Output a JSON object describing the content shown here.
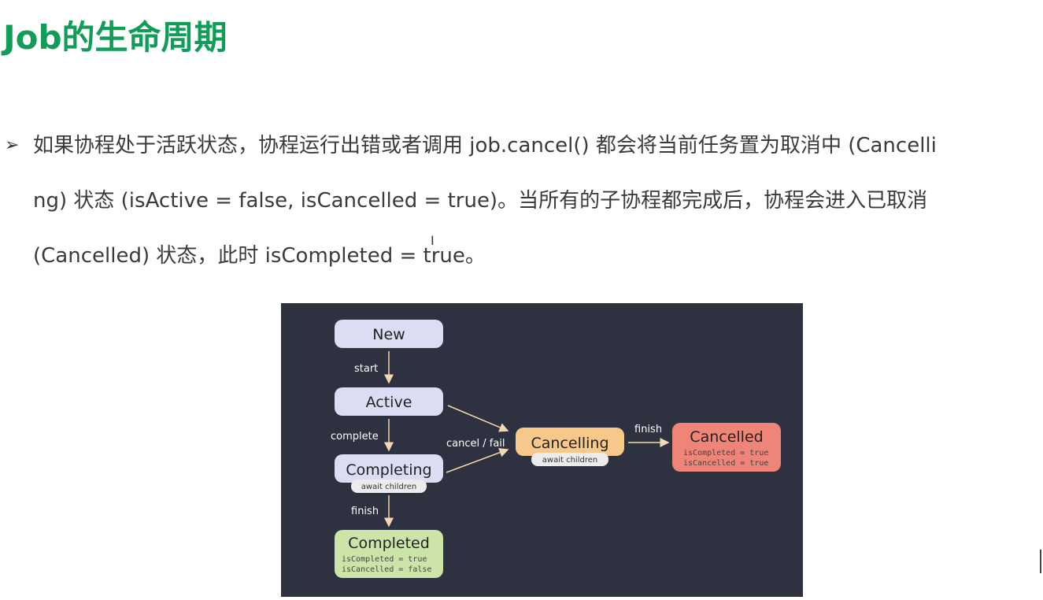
{
  "page": {
    "title": "Job的生命周期",
    "bullet": "➢",
    "paragraph_lines": [
      "如果协程处于活跃状态，协程运行出错或者调用 job.cancel() 都会将当前任务置为取消中 (Cancelli",
      "ng) 状态 (isActive = false, isCancelled = true)。当所有的子协程都完成后，协程会进入已取消",
      "(Cancelled) 状态，此时 isCompleted = true。"
    ]
  },
  "diagram": {
    "colors": {
      "background": "#2e3140",
      "neutral_node": "#dcdcf3",
      "cancelling_node": "#f6c98a",
      "cancelled_node": "#ee8578",
      "completed_node": "#cde4a8",
      "arrow": "#f3d7b0"
    },
    "nodes": {
      "new": "New",
      "active": "Active",
      "completing": "Completing",
      "completing_note": "await children",
      "completed": "Completed",
      "completed_line1": "isCompleted = true",
      "completed_line2": "isCancelled = false",
      "cancelling": "Cancelling",
      "cancelling_note": "await children",
      "cancelled": "Cancelled",
      "cancelled_line1": "isCompleted = true",
      "cancelled_line2": "isCancelled = true"
    },
    "edges": {
      "start": "start",
      "complete": "complete",
      "finish_down": "finish",
      "cancel_fail": "cancel / fail",
      "finish_right": "finish"
    }
  }
}
